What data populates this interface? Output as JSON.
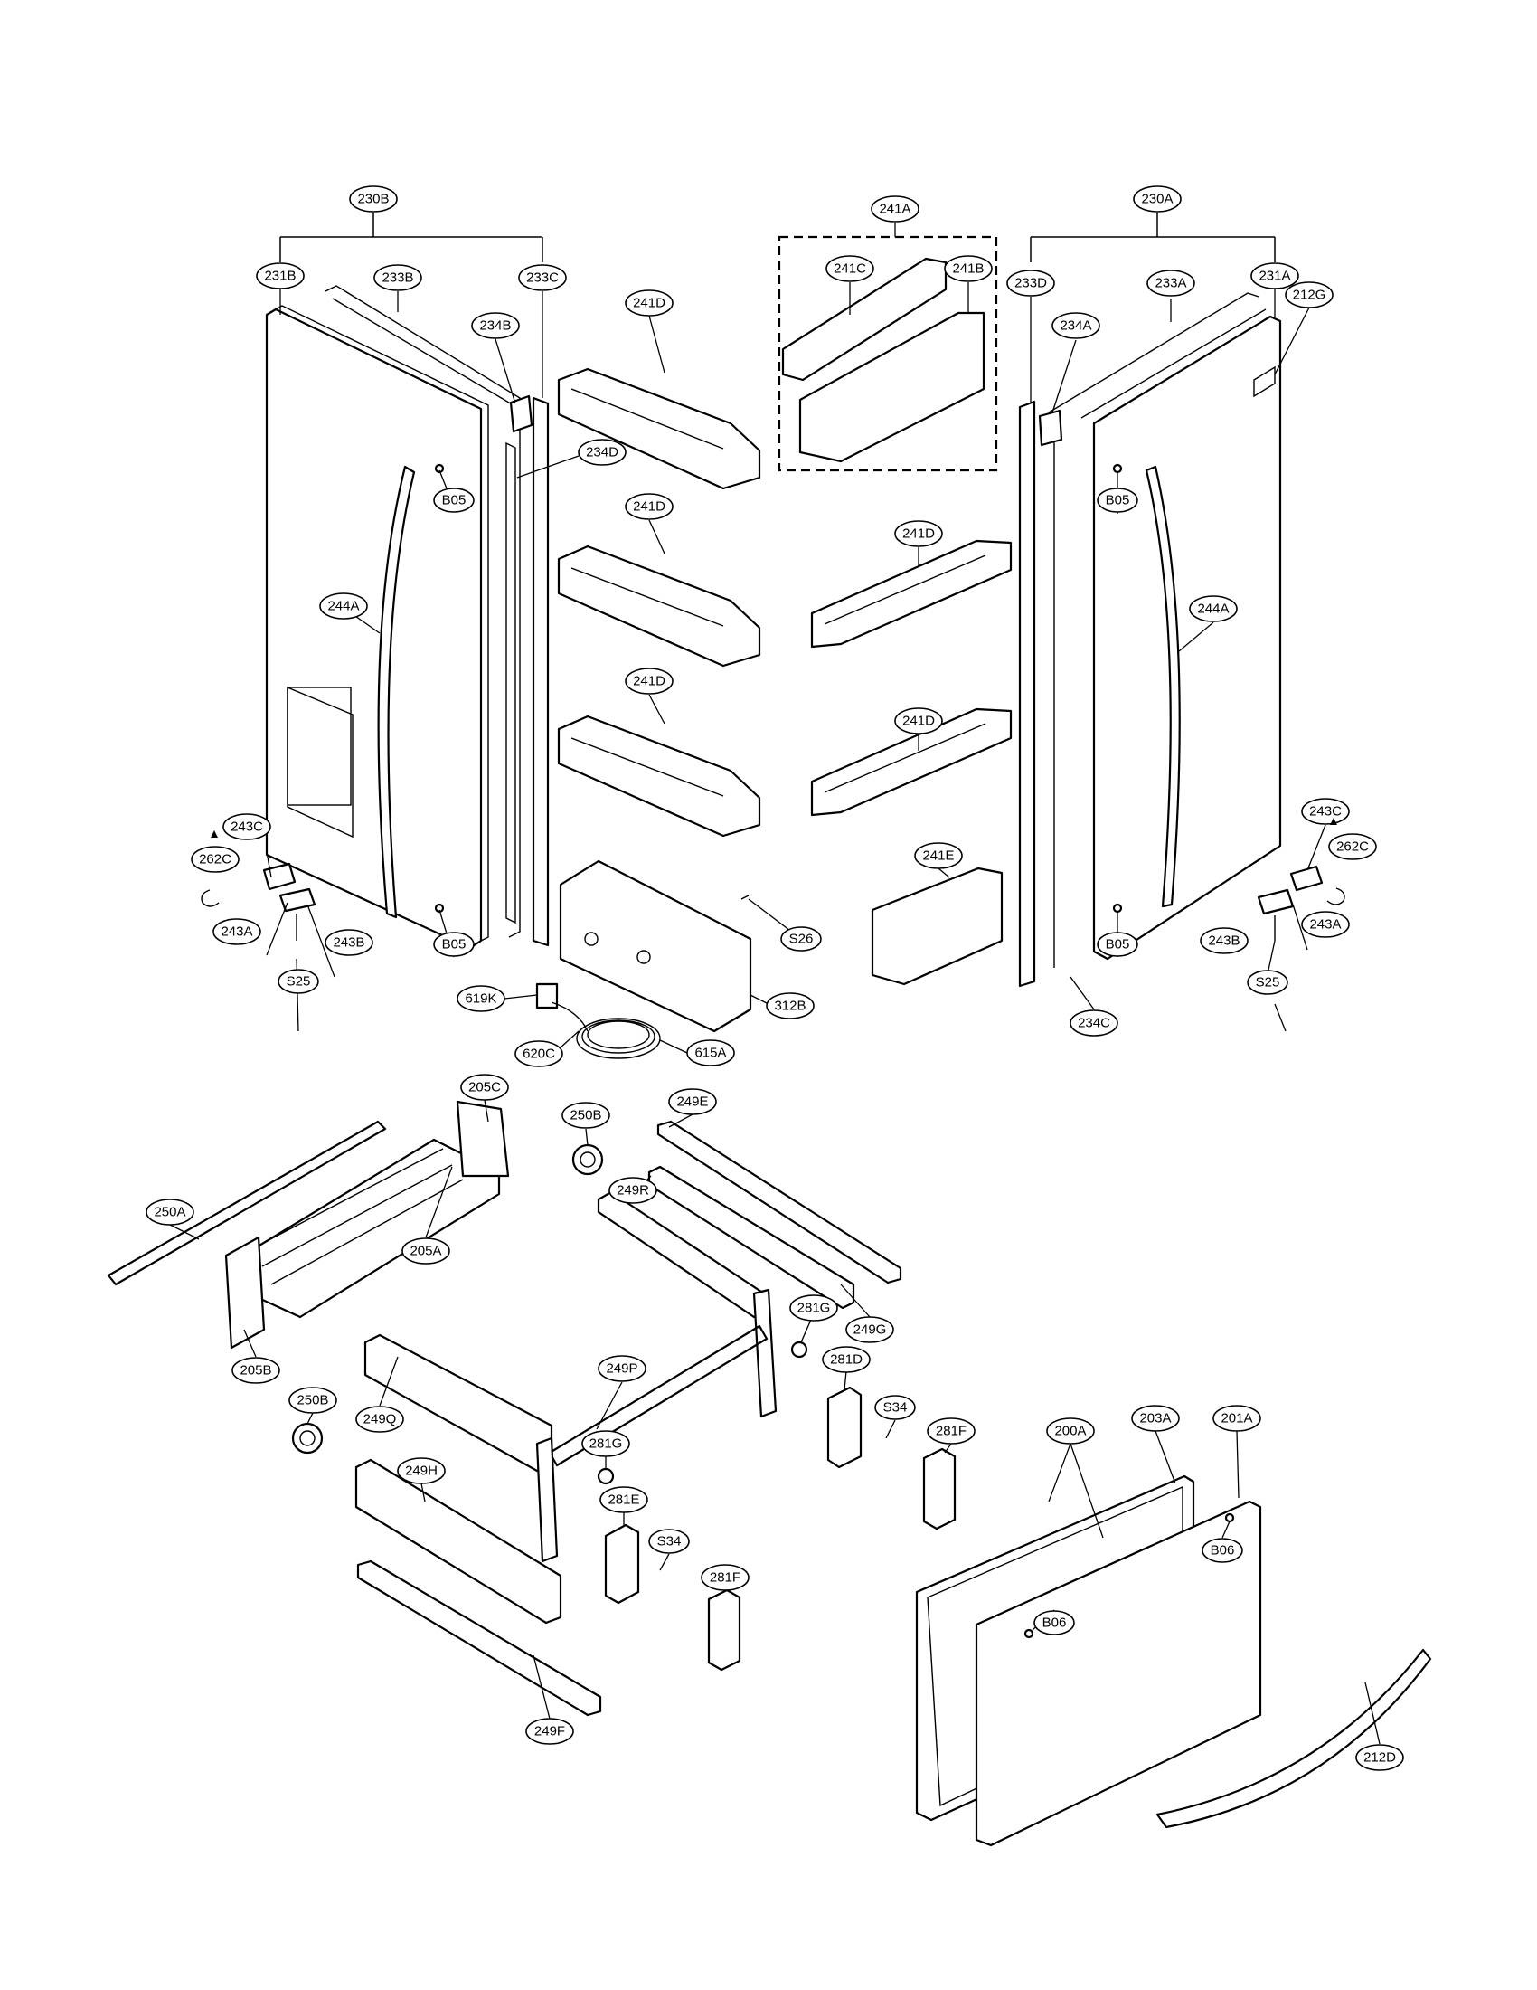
{
  "labels": [
    "200A",
    "201A",
    "203A",
    "205A",
    "205B",
    "205C",
    "212D",
    "212G",
    "230A",
    "230B",
    "231A",
    "231B",
    "233A",
    "233B",
    "233C",
    "233D",
    "234A",
    "234B",
    "234C",
    "234D",
    "241A",
    "241B",
    "241C",
    "241D",
    "241E",
    "243A",
    "243B",
    "243C",
    "244A",
    "249E",
    "249F",
    "249G",
    "249H",
    "249P",
    "249Q",
    "249R",
    "250A",
    "250B",
    "262C",
    "281D",
    "281E",
    "281F",
    "281G",
    "312B",
    "615A",
    "619K",
    "620C",
    "B05",
    "B06",
    "S25",
    "S26",
    "S34"
  ]
}
